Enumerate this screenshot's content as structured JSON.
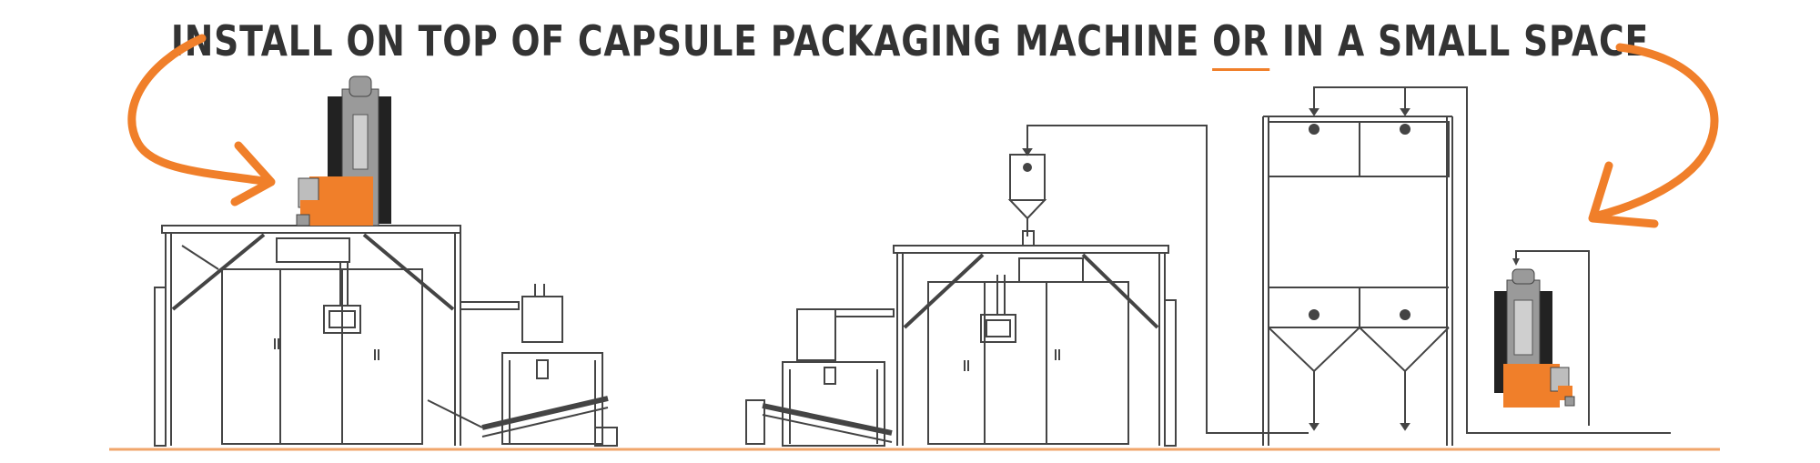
{
  "headline": {
    "before": "INSTALL ON TOP OF CAPSULE PACKAGING MACHINE ",
    "emphasis": "OR",
    "after": " IN A SMALL SPACE"
  },
  "colors": {
    "text": "#333333",
    "accent": "#f07f2a",
    "line": "#444444",
    "ground": "#f0a66b"
  }
}
